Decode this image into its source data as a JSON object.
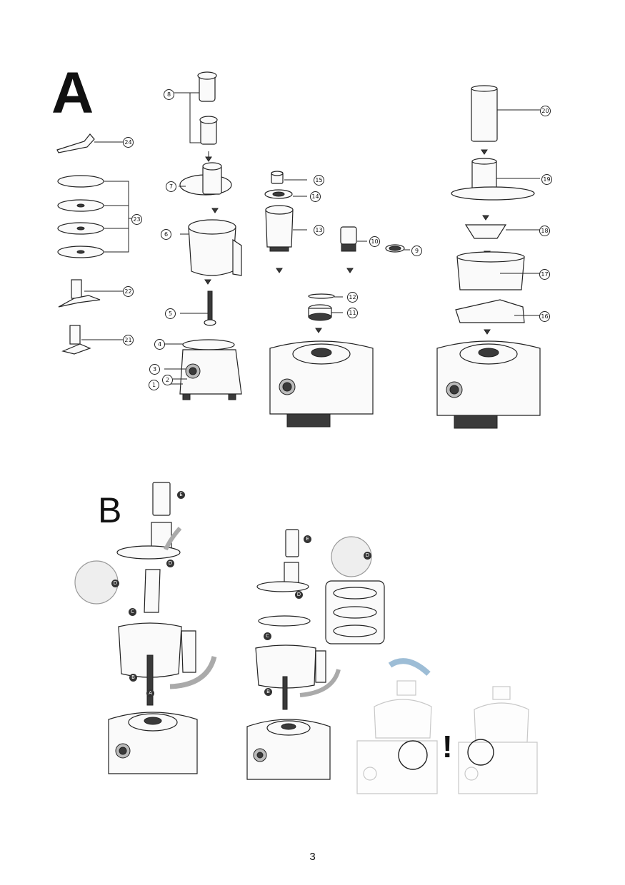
{
  "sections": {
    "a_label": "A",
    "b_label": "B"
  },
  "part_numbers": [
    "1",
    "2",
    "3",
    "4",
    "5",
    "6",
    "7",
    "8",
    "9",
    "10",
    "11",
    "12",
    "13",
    "14",
    "15",
    "16",
    "17",
    "18",
    "19",
    "20",
    "21",
    "22",
    "23",
    "24"
  ],
  "step_letters": [
    "A",
    "B",
    "C",
    "D",
    "E"
  ],
  "warning": "!",
  "page_number": "3",
  "colors": {
    "ink": "#222222",
    "gray_arrow": "#9a9a9a",
    "blue_arrow": "#7fa9c8"
  }
}
